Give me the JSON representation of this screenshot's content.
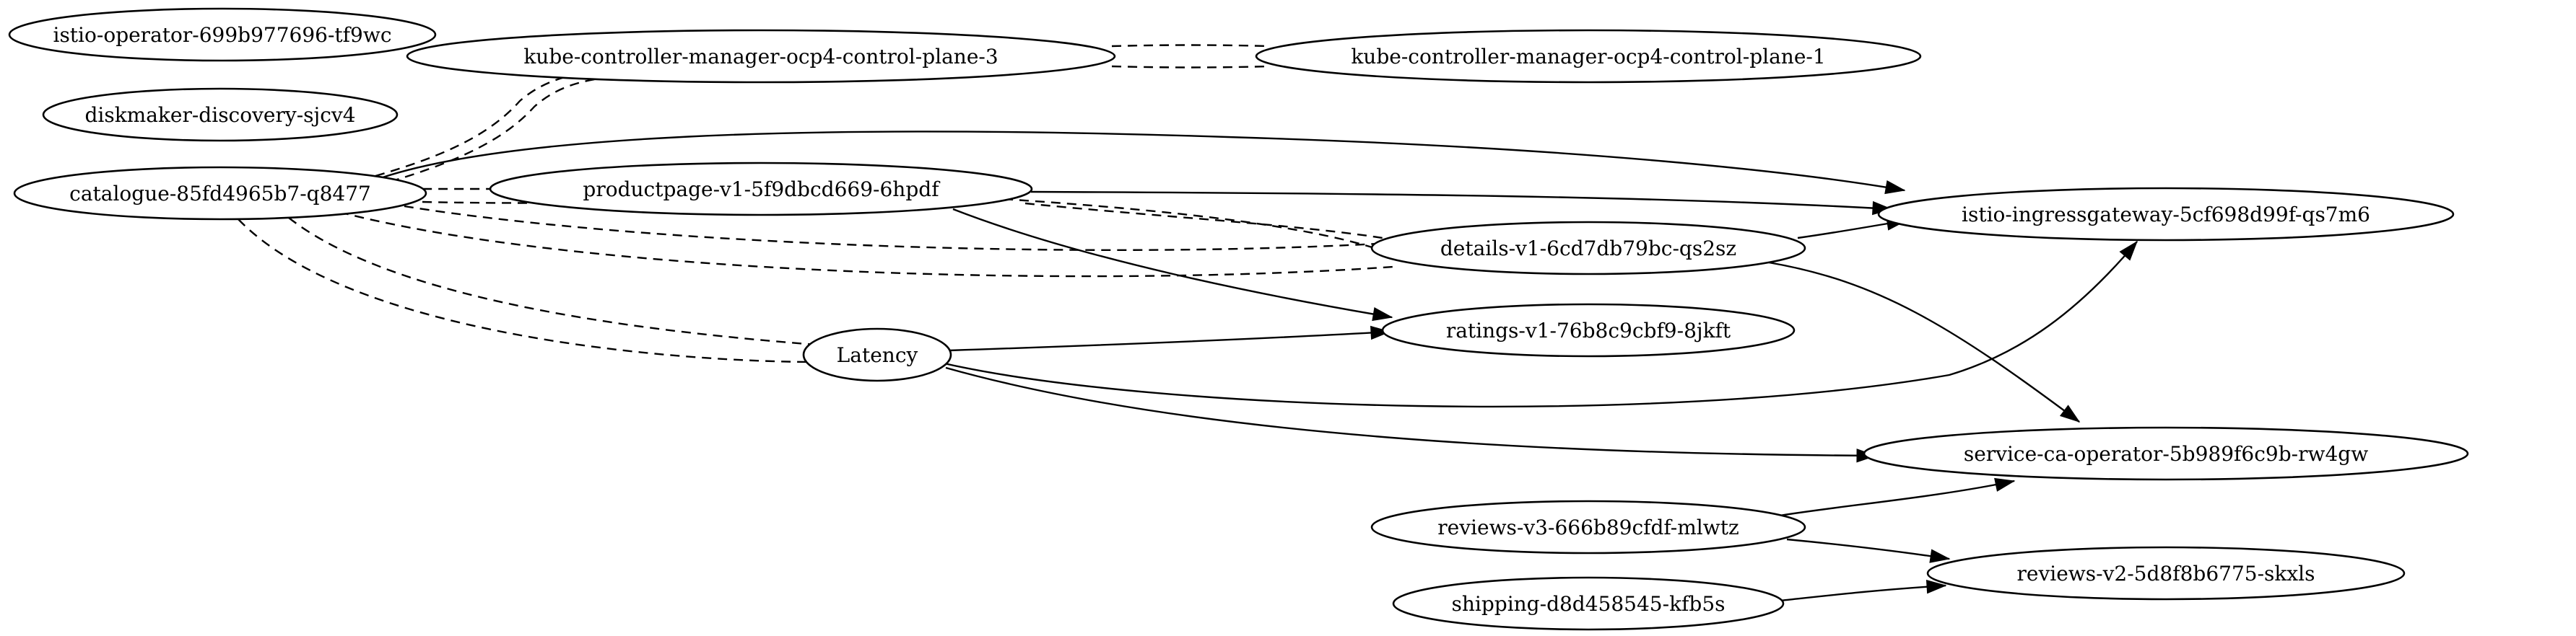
{
  "graph": {
    "nodes": [
      {
        "id": "istio-operator",
        "label": "istio-operator-699b977696-tf9wc"
      },
      {
        "id": "diskmaker",
        "label": "diskmaker-discovery-sjcv4"
      },
      {
        "id": "catalogue",
        "label": "catalogue-85fd4965b7-q8477"
      },
      {
        "id": "kcm3",
        "label": "kube-controller-manager-ocp4-control-plane-3"
      },
      {
        "id": "kcm1",
        "label": "kube-controller-manager-ocp4-control-plane-1"
      },
      {
        "id": "productpage",
        "label": "productpage-v1-5f9dbcd669-6hpdf"
      },
      {
        "id": "details",
        "label": "details-v1-6cd7db79bc-qs2sz"
      },
      {
        "id": "istio-ingress",
        "label": "istio-ingressgateway-5cf698d99f-qs7m6"
      },
      {
        "id": "ratings",
        "label": "ratings-v1-76b8c9cbf9-8jkft"
      },
      {
        "id": "latency",
        "label": "Latency"
      },
      {
        "id": "service-ca",
        "label": "service-ca-operator-5b989f6c9b-rw4gw"
      },
      {
        "id": "reviews-v3",
        "label": "reviews-v3-666b89cfdf-mlwtz"
      },
      {
        "id": "reviews-v2",
        "label": "reviews-v2-5d8f8b6775-skxls"
      },
      {
        "id": "shipping",
        "label": "shipping-d8d458545-kfb5s"
      }
    ],
    "edges": [
      {
        "from": "catalogue",
        "to": "kcm3",
        "style": "dashed",
        "directed": false
      },
      {
        "from": "catalogue",
        "to": "kcm3",
        "style": "dashed",
        "directed": false
      },
      {
        "from": "kcm3",
        "to": "kcm1",
        "style": "dashed",
        "directed": false
      },
      {
        "from": "kcm3",
        "to": "kcm1",
        "style": "dashed",
        "directed": false
      },
      {
        "from": "catalogue",
        "to": "istio-ingress",
        "style": "solid",
        "directed": true
      },
      {
        "from": "catalogue",
        "to": "productpage",
        "style": "dashed",
        "directed": false
      },
      {
        "from": "catalogue",
        "to": "productpage",
        "style": "dashed",
        "directed": false
      },
      {
        "from": "catalogue",
        "to": "details",
        "style": "dashed",
        "directed": false
      },
      {
        "from": "catalogue",
        "to": "details",
        "style": "dashed",
        "directed": false
      },
      {
        "from": "catalogue",
        "to": "latency",
        "style": "dashed",
        "directed": false
      },
      {
        "from": "catalogue",
        "to": "latency",
        "style": "dashed",
        "directed": false
      },
      {
        "from": "productpage",
        "to": "istio-ingress",
        "style": "solid",
        "directed": true
      },
      {
        "from": "productpage",
        "to": "details",
        "style": "dashed",
        "directed": false
      },
      {
        "from": "productpage",
        "to": "details",
        "style": "dashed",
        "directed": false
      },
      {
        "from": "productpage",
        "to": "ratings",
        "style": "solid",
        "directed": true
      },
      {
        "from": "details",
        "to": "istio-ingress",
        "style": "solid",
        "directed": true
      },
      {
        "from": "details",
        "to": "service-ca",
        "style": "solid",
        "directed": true
      },
      {
        "from": "latency",
        "to": "ratings",
        "style": "solid",
        "directed": true
      },
      {
        "from": "latency",
        "to": "istio-ingress",
        "style": "solid",
        "directed": true
      },
      {
        "from": "latency",
        "to": "service-ca",
        "style": "solid",
        "directed": true
      },
      {
        "from": "reviews-v3",
        "to": "service-ca",
        "style": "solid",
        "directed": true
      },
      {
        "from": "reviews-v3",
        "to": "reviews-v2",
        "style": "solid",
        "directed": true
      },
      {
        "from": "shipping",
        "to": "reviews-v2",
        "style": "solid",
        "directed": true
      }
    ]
  }
}
